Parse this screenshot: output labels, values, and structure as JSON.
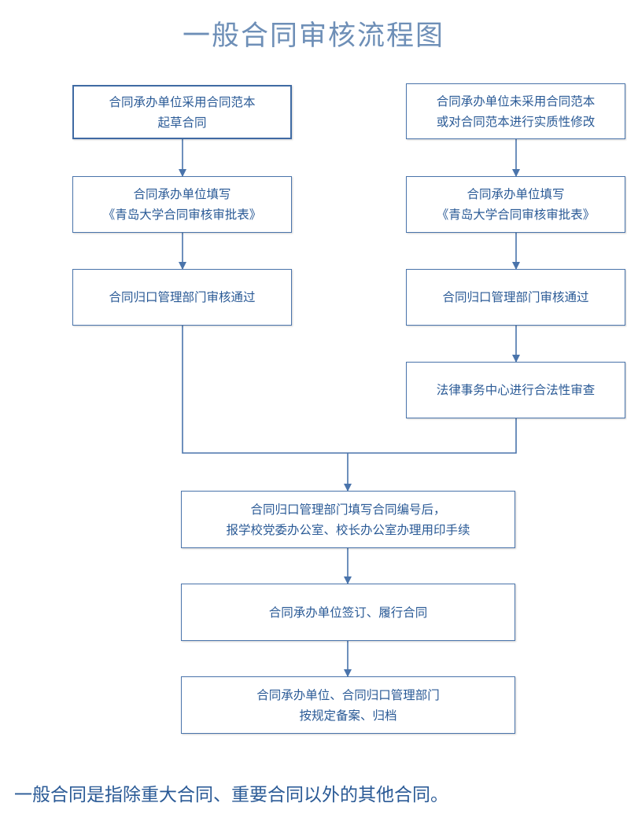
{
  "title": "一般合同审核流程图",
  "left_branch": {
    "step1": [
      "合同承办单位采用合同范本",
      "起草合同"
    ],
    "step2": [
      "合同承办单位填写",
      "《青岛大学合同审核审批表》"
    ],
    "step3": [
      "合同归口管理部门审核通过"
    ]
  },
  "right_branch": {
    "step1": [
      "合同承办单位未采用合同范本",
      "或对合同范本进行实质性修改"
    ],
    "step2": [
      "合同承办单位填写",
      "《青岛大学合同审核审批表》"
    ],
    "step3": [
      "合同归口管理部门审核通过"
    ],
    "step4": [
      "法律事务中心进行合法性审查"
    ]
  },
  "merged": {
    "step1": [
      "合同归口管理部门填写合同编号后，",
      "报学校党委办公室、校长办公室办理用印手续"
    ],
    "step2": [
      "合同承办单位签订、履行合同"
    ],
    "step3": [
      "合同承办单位、合同归口管理部门",
      "按规定备案、归档"
    ]
  },
  "footnote": "一般合同是指除重大合同、重要合同以外的其他合同。",
  "colors": {
    "title": "#6e8fb7",
    "text": "#2a5a96",
    "border": "#4a74ab",
    "connector": "#4a74ab"
  }
}
